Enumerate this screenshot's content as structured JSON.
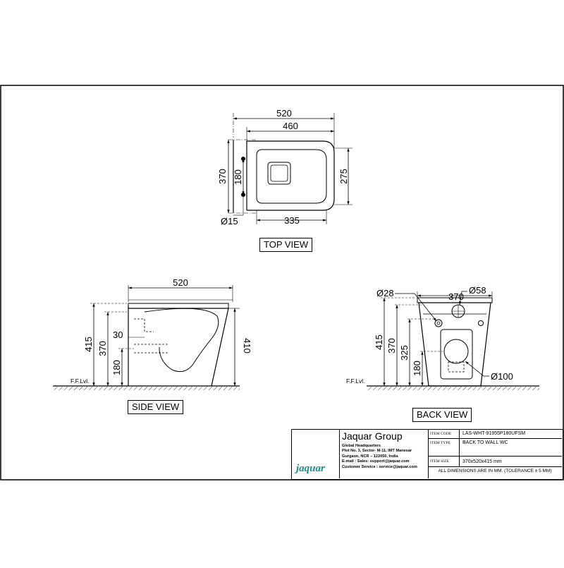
{
  "top_view": {
    "label": "TOP VIEW",
    "dims": {
      "overall_length": "520",
      "seat_length": "460",
      "width": "370",
      "fixing_spacing": "180",
      "bowl_width": "275",
      "bowl_length": "335",
      "fixing_hole": "Ø15"
    }
  },
  "side_view": {
    "label": "SIDE VIEW",
    "dims": {
      "length": "520",
      "height_with_seat": "415",
      "height_mid": "370",
      "outlet_offset": "30",
      "outlet_height": "180",
      "height_front": "410"
    },
    "floor_label": "F.F.Lvl."
  },
  "back_view": {
    "label": "BACK VIEW",
    "dims": {
      "inlet": "Ø28",
      "width": "370",
      "inlet_large": "Ø58",
      "height_with_seat": "415",
      "height_mid": "370",
      "inlet_height": "325",
      "outlet_height": "180",
      "outlet": "Ø100"
    },
    "floor_label": "F.F.Lvl."
  },
  "title_block": {
    "logo_text": "jaquar",
    "company": "Jaquar Group",
    "address_lines": [
      "Global Headquarters",
      "Plot No. 3, Sector- M-11, IMT Manesar",
      "Gurgaon, NCR – 122050, India",
      "E-mail : Sales: support@jaquar.com",
      "Customer Service : service@jaquar.com"
    ],
    "rows": [
      {
        "key": "ITEM CODE",
        "value": "LAS-WHT-91955P180UFSM"
      },
      {
        "key": "ITEM TYPE",
        "value": "BACK TO WALL WC"
      },
      {
        "key": "ITEM SIZE",
        "value": "370x520x415 mm"
      }
    ],
    "tolerance": "ALL DIMENSIONS ARE IN MM. (TOLERANCE ± 5 MM)"
  },
  "colors": {
    "logo": "#1b8a8f",
    "line": "#000000"
  }
}
